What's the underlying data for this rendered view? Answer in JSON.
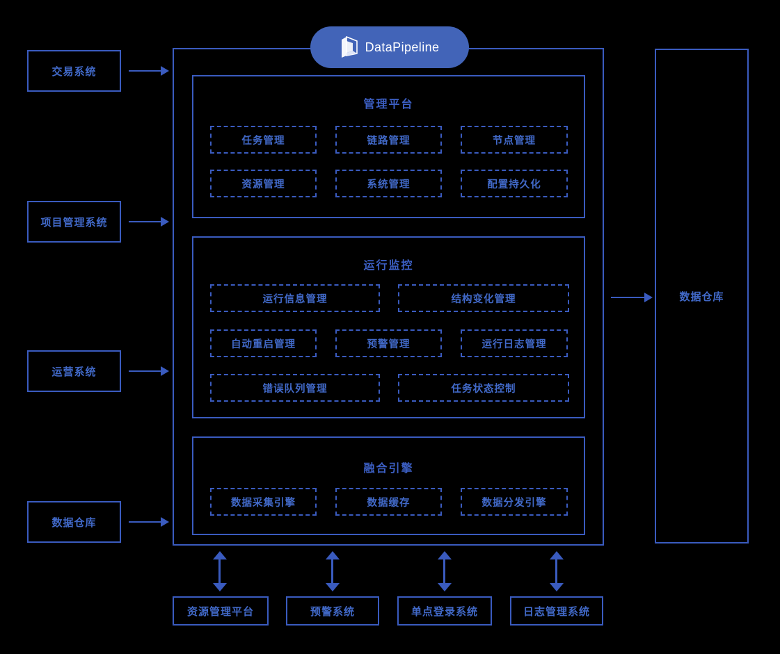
{
  "brand": {
    "name": "DataPipeline",
    "logo_icon": "datapipeline-logo-icon",
    "pill_color": "#4264b8",
    "text_color": "#ffffff"
  },
  "theme": {
    "background": "#000000",
    "line_color": "#3a5bbf",
    "label_color": "#4169c8",
    "title_color": "#3c5fc4"
  },
  "left_sources": [
    {
      "label": "交易系统"
    },
    {
      "label": "项目管理系统"
    },
    {
      "label": "运营系统"
    },
    {
      "label": "数据仓库"
    }
  ],
  "right_target": {
    "label": "数据仓库"
  },
  "sections": [
    {
      "title": "管理平台",
      "rows": [
        [
          {
            "label": "任务管理"
          },
          {
            "label": "链路管理"
          },
          {
            "label": "节点管理"
          }
        ],
        [
          {
            "label": "资源管理"
          },
          {
            "label": "系统管理"
          },
          {
            "label": "配置持久化"
          }
        ]
      ]
    },
    {
      "title": "运行监控",
      "rows": [
        [
          {
            "label": "运行信息管理"
          },
          {
            "label": "结构变化管理"
          }
        ],
        [
          {
            "label": "自动重启管理"
          },
          {
            "label": "预警管理"
          },
          {
            "label": "运行日志管理"
          }
        ],
        [
          {
            "label": "错误队列管理"
          },
          {
            "label": "任务状态控制"
          }
        ]
      ]
    },
    {
      "title": "融合引擎",
      "rows": [
        [
          {
            "label": "数据采集引擎"
          },
          {
            "label": "数据缓存"
          },
          {
            "label": "数据分发引擎"
          }
        ]
      ]
    }
  ],
  "bottom_systems": [
    {
      "label": "资源管理平台"
    },
    {
      "label": "预警系统"
    },
    {
      "label": "单点登录系统"
    },
    {
      "label": "日志管理系统"
    }
  ],
  "connectors": {
    "source_to_platform": "arrow-right-icon",
    "platform_to_warehouse": "arrow-right-icon",
    "platform_to_support": "arrow-bidirectional-vertical-icon"
  }
}
